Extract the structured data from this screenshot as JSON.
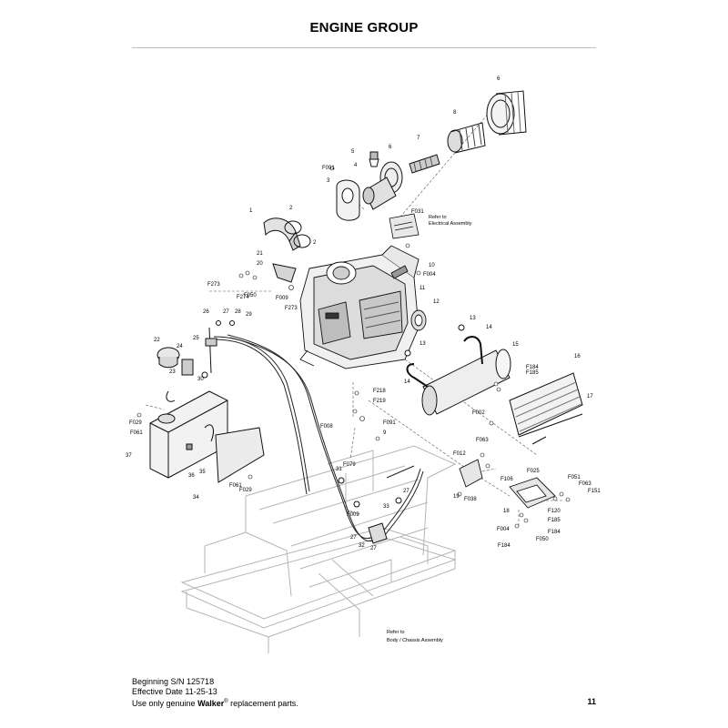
{
  "header": {
    "title": "ENGINE GROUP"
  },
  "callouts": {
    "c1": "1",
    "c2a": "2",
    "c2b": "2",
    "c3": "3",
    "c4": "4",
    "c5": "5",
    "c6a": "6",
    "c6b": "6",
    "c7": "7",
    "c8": "8",
    "c9": "9",
    "c10": "10",
    "c11": "11",
    "c12": "12",
    "c13a": "13",
    "c13b": "13",
    "c14a": "14",
    "c14b": "14",
    "c15": "15",
    "c16": "16",
    "c17": "17",
    "c18": "18",
    "c19": "19",
    "c20": "20",
    "c21": "21",
    "c22": "22",
    "c23": "23",
    "c24": "24",
    "c25": "25",
    "c26": "26",
    "c27a": "27",
    "c27b": "27",
    "c27c": "27",
    "c27d": "27",
    "c28": "28",
    "c29": "29",
    "c30": "30",
    "c31": "31",
    "c32": "32",
    "c33": "33",
    "c34": "34",
    "c35": "35",
    "c36": "36",
    "c37": "37",
    "f002": "F002",
    "f004a": "F004",
    "f004b": "F004",
    "f008": "F008",
    "f009a": "F009",
    "f009b": "F009",
    "f012": "F012",
    "f025": "F025",
    "f029a": "F029",
    "f029b": "F029",
    "f031": "F031",
    "f038": "F038",
    "f050a": "F050",
    "f050b": "F050",
    "f051": "F051",
    "f061a": "F061",
    "f061b": "F061",
    "f063a": "F063",
    "f063b": "F063",
    "f079": "F079",
    "f091a": "F091",
    "f091b": "F091",
    "f106": "F106",
    "f120": "F120",
    "f151": "F151",
    "f184a": "F184",
    "f184b": "F184",
    "f184c": "F184",
    "f185a": "F185",
    "f185b": "F185",
    "f218": "F218",
    "f219": "F219",
    "f273a": "F273",
    "f273b": "F273",
    "f274": "F274"
  },
  "notes": {
    "electrical_1": "Refer to",
    "electrical_2": "Electrical Assembly",
    "chassis_1": "Refer to",
    "chassis_2": "Body / Chassis Assembly"
  },
  "footer": {
    "serial": "Beginning S/N 125718",
    "effective": "Effective Date 11-25-13",
    "use_prefix": "Use only genuine ",
    "brand": "Walker",
    "reg": "®",
    "use_suffix": " replacement parts."
  },
  "page": {
    "number": "11"
  }
}
